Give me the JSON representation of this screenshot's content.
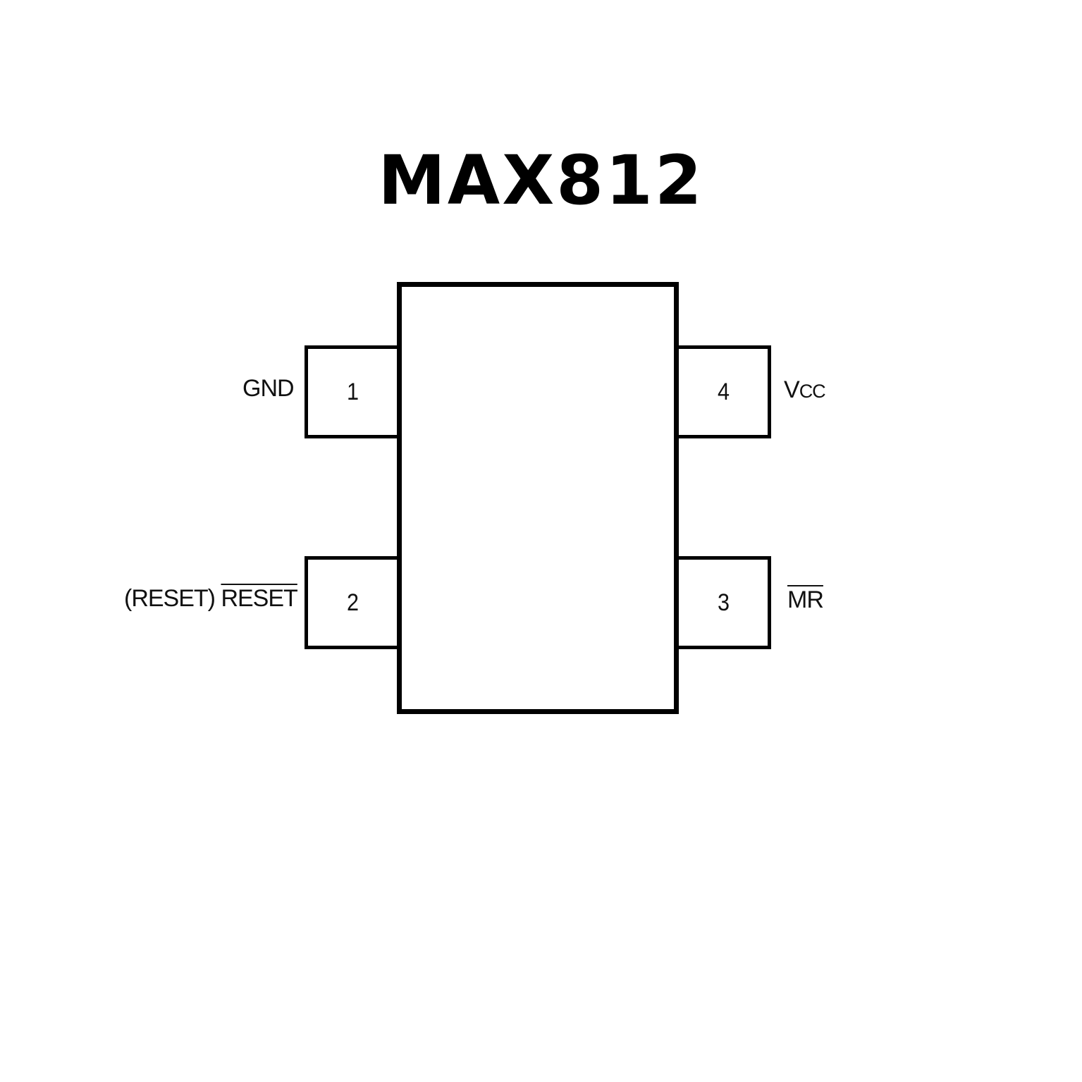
{
  "title": "MAX812",
  "pins": [
    {
      "number": "1",
      "label": "GND"
    },
    {
      "number": "2",
      "label_prefix": "(RESET)",
      "label": "RESET"
    },
    {
      "number": "3",
      "label": "MR"
    },
    {
      "number": "4",
      "label_main": "V",
      "label_sub": "CC"
    }
  ]
}
